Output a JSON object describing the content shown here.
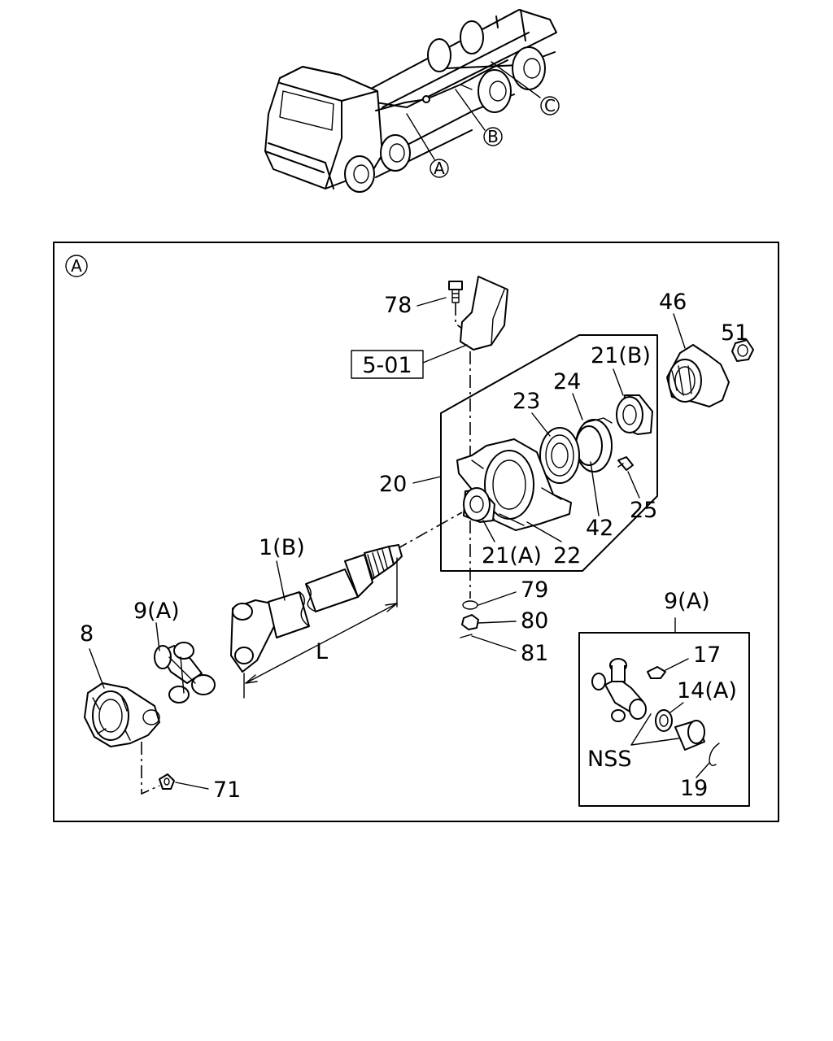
{
  "overview": {
    "callout_a": "A",
    "callout_b": "B",
    "callout_c": "C"
  },
  "detail_a": {
    "frame_tag": "A",
    "ref_box": "5-01",
    "labels": {
      "p78": "78",
      "p46": "46",
      "p51": "51",
      "p21b": "21(B)",
      "p24": "24",
      "p23": "23",
      "p20": "20",
      "p25": "25",
      "p42": "42",
      "p21a": "21(A)",
      "p22": "22",
      "p1b": "1(B)",
      "p9a": "9(A)",
      "p8": "8",
      "length": "L",
      "p79": "79",
      "p80": "80",
      "p81": "81",
      "p71": "71"
    }
  },
  "inset_9a": {
    "title": "9(A)",
    "labels": {
      "p17": "17",
      "p14a": "14(A)",
      "nss": "NSS",
      "p19": "19"
    }
  }
}
